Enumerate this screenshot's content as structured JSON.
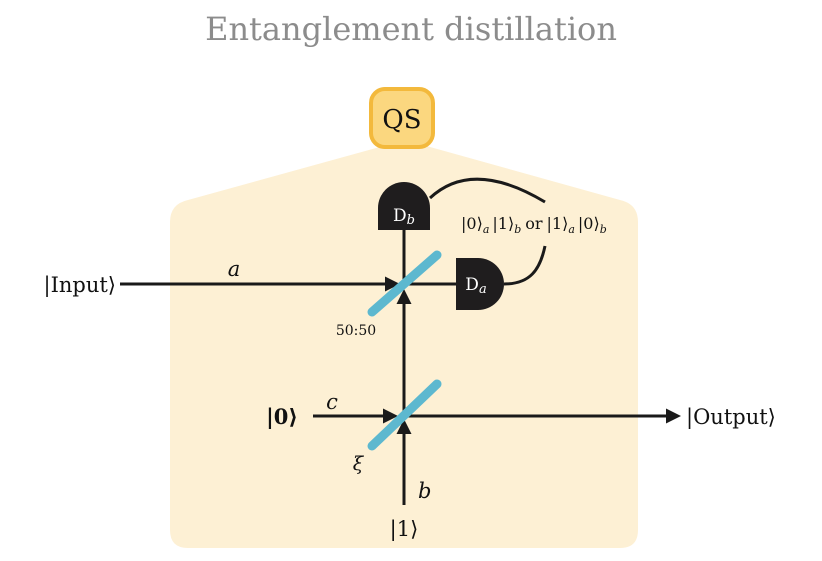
{
  "title": "Entanglement distillation",
  "qs_label": "QS",
  "detectors": {
    "b": {
      "main": "D",
      "sub": "b"
    },
    "a": {
      "main": "D",
      "sub": "a"
    }
  },
  "herald": {
    "k1": "|0⟩",
    "a1": "a",
    "k2": "|1⟩",
    "b1": "b",
    "or": "or",
    "k3": "|1⟩",
    "a2": "a",
    "k4": "|0⟩",
    "b2": "b"
  },
  "inputs": {
    "input": "|Input⟩",
    "vacuum": "|0⟩",
    "single_photon": "|1⟩"
  },
  "output": "|Output⟩",
  "modes": {
    "a": "a",
    "b": "b",
    "c": "c"
  },
  "beamsplitters": {
    "top": "50:50",
    "bottom": "ξ"
  },
  "colors": {
    "panel": "#fdf0d4",
    "qs_fill": "#fbd77f",
    "qs_border": "#f3b93c",
    "splitter": "#5db8cf",
    "ink": "#1a1a1a",
    "title": "#8c8c8c"
  }
}
